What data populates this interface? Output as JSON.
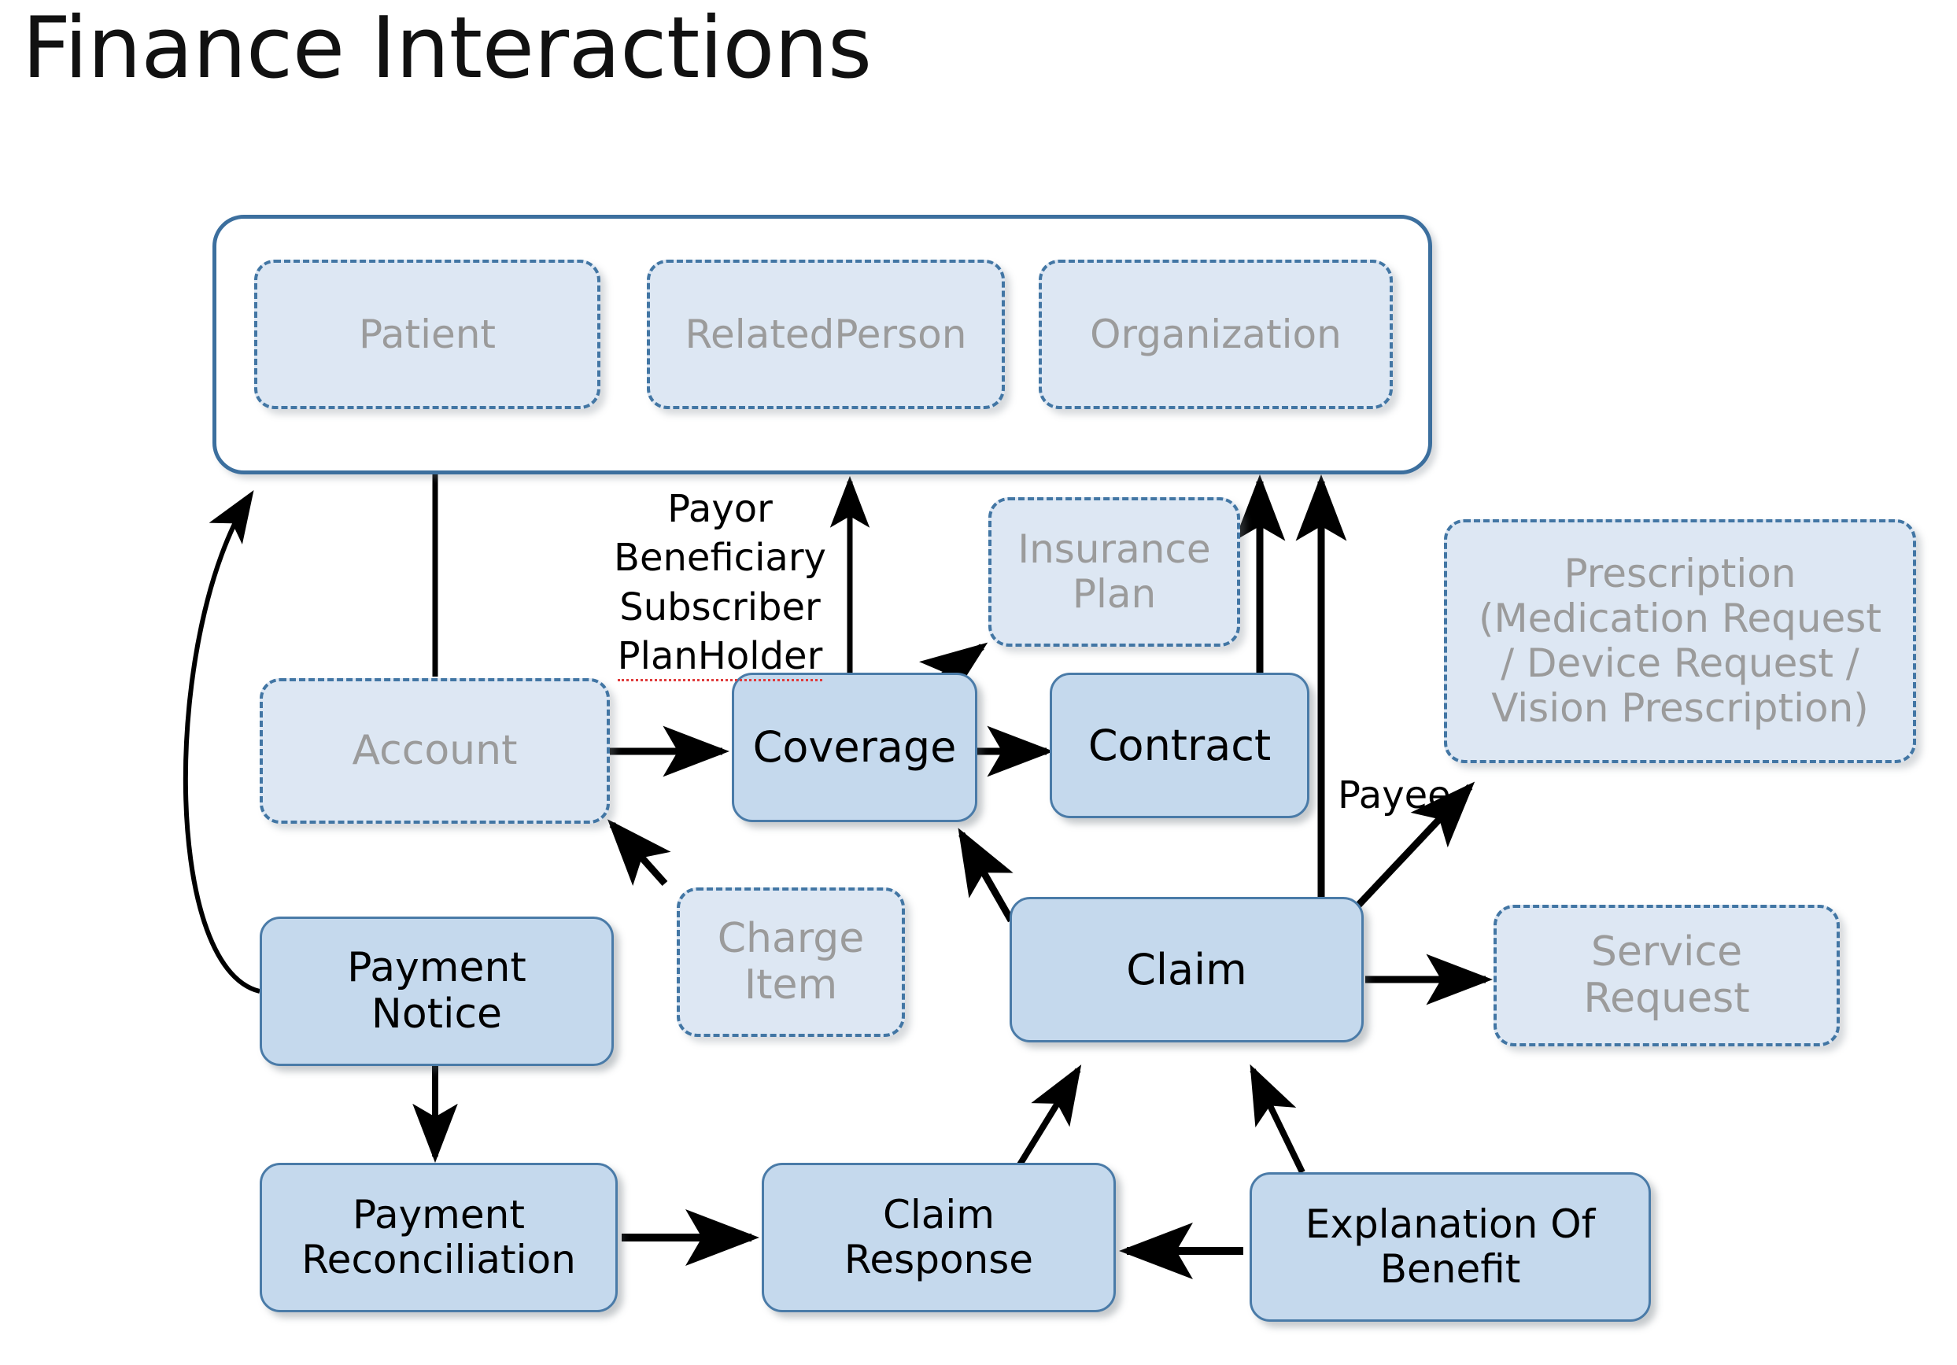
{
  "page": {
    "title": "Finance Interactions",
    "background": "#ffffff",
    "accent_border": "#4a7ba8",
    "solid_fill": "#c5d9ed",
    "dashed_fill": "#dde7f3",
    "dashed_border": "#4276a4",
    "dashed_text": "#9b9b9b",
    "solid_text": "#000000",
    "group_border": "#3c6f9e",
    "arrow_color": "#000000",
    "spellcheck_underline": "#e03b3b"
  },
  "actor_group": {
    "name": "actor-container",
    "nodes": [
      {
        "label": "Patient",
        "style": "dashed"
      },
      {
        "label": "RelatedPerson",
        "style": "dashed"
      },
      {
        "label": "Organization",
        "style": "dashed"
      }
    ]
  },
  "nodes": [
    {
      "id": "insurance-plan",
      "label_lines": [
        "Insurance",
        "Plan"
      ],
      "style": "dashed"
    },
    {
      "id": "prescription",
      "label_lines": [
        "Prescription",
        "(Medication Request",
        "/ Device Request /",
        "Vision Prescription)"
      ],
      "style": "dashed"
    },
    {
      "id": "account",
      "label_lines": [
        "Account"
      ],
      "style": "dashed"
    },
    {
      "id": "coverage",
      "label_lines": [
        "Coverage"
      ],
      "style": "solid"
    },
    {
      "id": "contract",
      "label_lines": [
        "Contract"
      ],
      "style": "solid"
    },
    {
      "id": "charge-item",
      "label_lines": [
        "Charge",
        "Item"
      ],
      "style": "dashed"
    },
    {
      "id": "payment-notice",
      "label_lines": [
        "Payment",
        "Notice"
      ],
      "style": "solid"
    },
    {
      "id": "claim",
      "label_lines": [
        "Claim"
      ],
      "style": "solid"
    },
    {
      "id": "service-request",
      "label_lines": [
        "Service",
        "Request"
      ],
      "style": "dashed"
    },
    {
      "id": "payment-reconciliation",
      "label_lines": [
        "Payment",
        "Reconciliation"
      ],
      "style": "solid"
    },
    {
      "id": "claim-response",
      "label_lines": [
        "Claim",
        "Response"
      ],
      "style": "solid"
    },
    {
      "id": "explanation-of-benefit",
      "label_lines": [
        "Explanation Of",
        "Benefit"
      ],
      "style": "solid"
    }
  ],
  "edge_labels": {
    "coverage_roles": {
      "lines": [
        "Payor",
        "Beneficiary",
        "Subscriber",
        "PlanHolder"
      ],
      "misspelled_line": "PlanHolder"
    },
    "payee": "Payee"
  },
  "edges": [
    {
      "from": "account",
      "to": "patient",
      "label": ""
    },
    {
      "from": "account",
      "to": "coverage",
      "label": ""
    },
    {
      "from": "coverage",
      "to": "actor-group",
      "label": "Payor Beneficiary Subscriber PlanHolder"
    },
    {
      "from": "coverage",
      "to": "insurance-plan",
      "label": ""
    },
    {
      "from": "coverage",
      "to": "contract",
      "label": ""
    },
    {
      "from": "contract",
      "to": "actor-group",
      "label": ""
    },
    {
      "from": "charge-item",
      "to": "account",
      "label": ""
    },
    {
      "from": "payment-notice",
      "to": "actor-group",
      "label": ""
    },
    {
      "from": "payment-notice",
      "to": "payment-reconciliation",
      "label": ""
    },
    {
      "from": "claim",
      "to": "actor-group",
      "label": ""
    },
    {
      "from": "claim",
      "to": "prescription",
      "label": "Payee"
    },
    {
      "from": "claim",
      "to": "service-request",
      "label": ""
    },
    {
      "from": "claim",
      "to": "coverage",
      "label": ""
    },
    {
      "from": "payment-reconciliation",
      "to": "claim-response",
      "label": ""
    },
    {
      "from": "explanation-of-benefit",
      "to": "claim-response",
      "label": ""
    },
    {
      "from": "claim-response",
      "to": "claim",
      "label": ""
    },
    {
      "from": "explanation-of-benefit",
      "to": "claim",
      "label": ""
    }
  ]
}
